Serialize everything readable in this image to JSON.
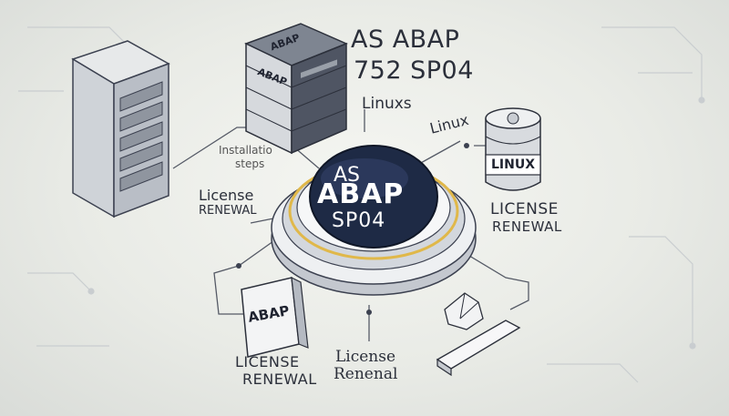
{
  "title_line1": "AS ABAP",
  "title_line2": "752 SP04",
  "linuxs": "Linuxs",
  "linux_tilt": "Linux",
  "installation_line1": "Installatio",
  "installation_line2": "steps",
  "license_left_line1": "License",
  "license_left_line2": "RENEWAL",
  "license_right_line1": "LICENSE",
  "license_right_line2": "RENEWAL",
  "license_bottom_left_line1": "LICENSE",
  "license_bottom_left_line2": "RENEWAL",
  "license_bottom_mid_line1": "License",
  "license_bottom_mid_line2": "Renenal",
  "center_button": {
    "line1": "AS",
    "line2": "ABAP",
    "line3": "SP04"
  },
  "server_box_label_top": "ABAP",
  "server_box_label_front": "ABAP",
  "database_label": "LINUX",
  "card_label": "ABAP",
  "colors": {
    "button_face": "#1e2a45",
    "ring_accent": "#e0b84a",
    "outline": "#3c4150",
    "background": "#eceee9"
  },
  "icons": [
    "server-tower-icon",
    "server-stack-icon",
    "database-icon",
    "card-icon",
    "paper-fan-icon"
  ]
}
